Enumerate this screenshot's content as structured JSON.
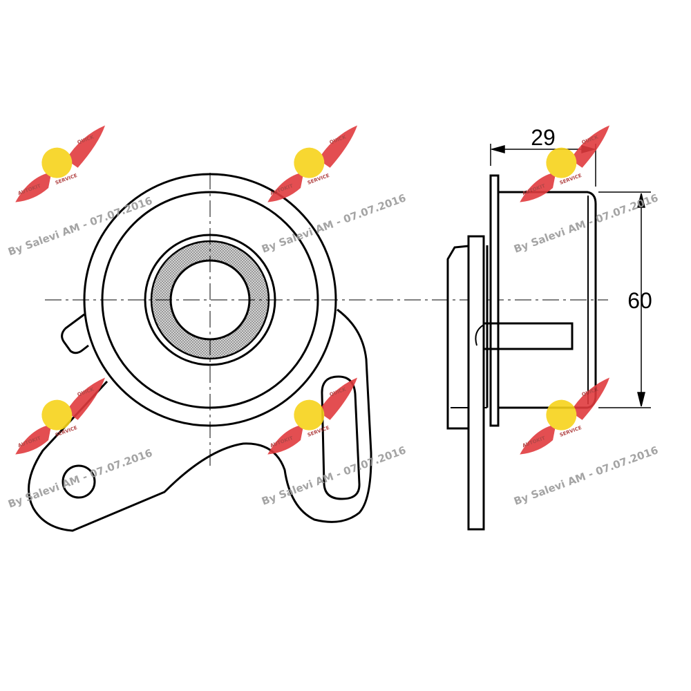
{
  "dimensions": {
    "width_label": "29",
    "height_label": "60"
  },
  "watermark": {
    "credit": "By Salevi AM - 07.07.2016",
    "logo_text_left": "AUTOKIT",
    "logo_text_right": "QUICK",
    "logo_text_bottom": "SERVICE",
    "wing_color": "#e03a3e",
    "badge_color": "#f7d31a"
  },
  "colors": {
    "line": "#000000",
    "bearing_fill": "#b9b9b9"
  }
}
